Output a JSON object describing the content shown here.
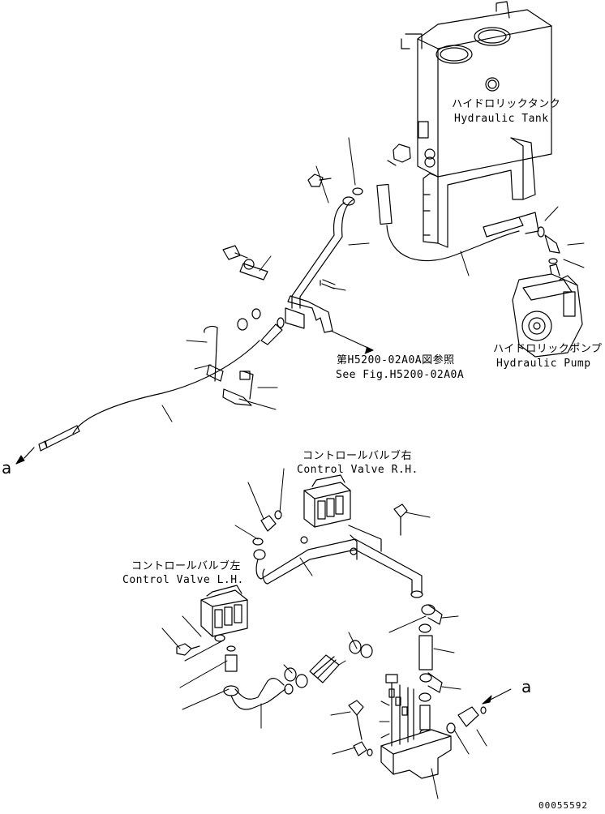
{
  "labels": {
    "tank_jp": "ハイドロリックタンク",
    "tank_en": "Hydraulic Tank",
    "pump_jp": "ハイドロリックポンプ",
    "pump_en": "Hydraulic Pump",
    "see_fig_jp": "第H5200-02A0A図参照",
    "see_fig_en": "See Fig.H5200-02A0A",
    "cv_rh_jp": "コントロールバルブ右",
    "cv_rh_en": "Control Valve R.H.",
    "cv_lh_jp": "コントロールバルブ左",
    "cv_lh_en": "Control Valve L.H.",
    "ref_a_left": "a",
    "ref_a_right": "a",
    "drawing_code": "00055592"
  }
}
